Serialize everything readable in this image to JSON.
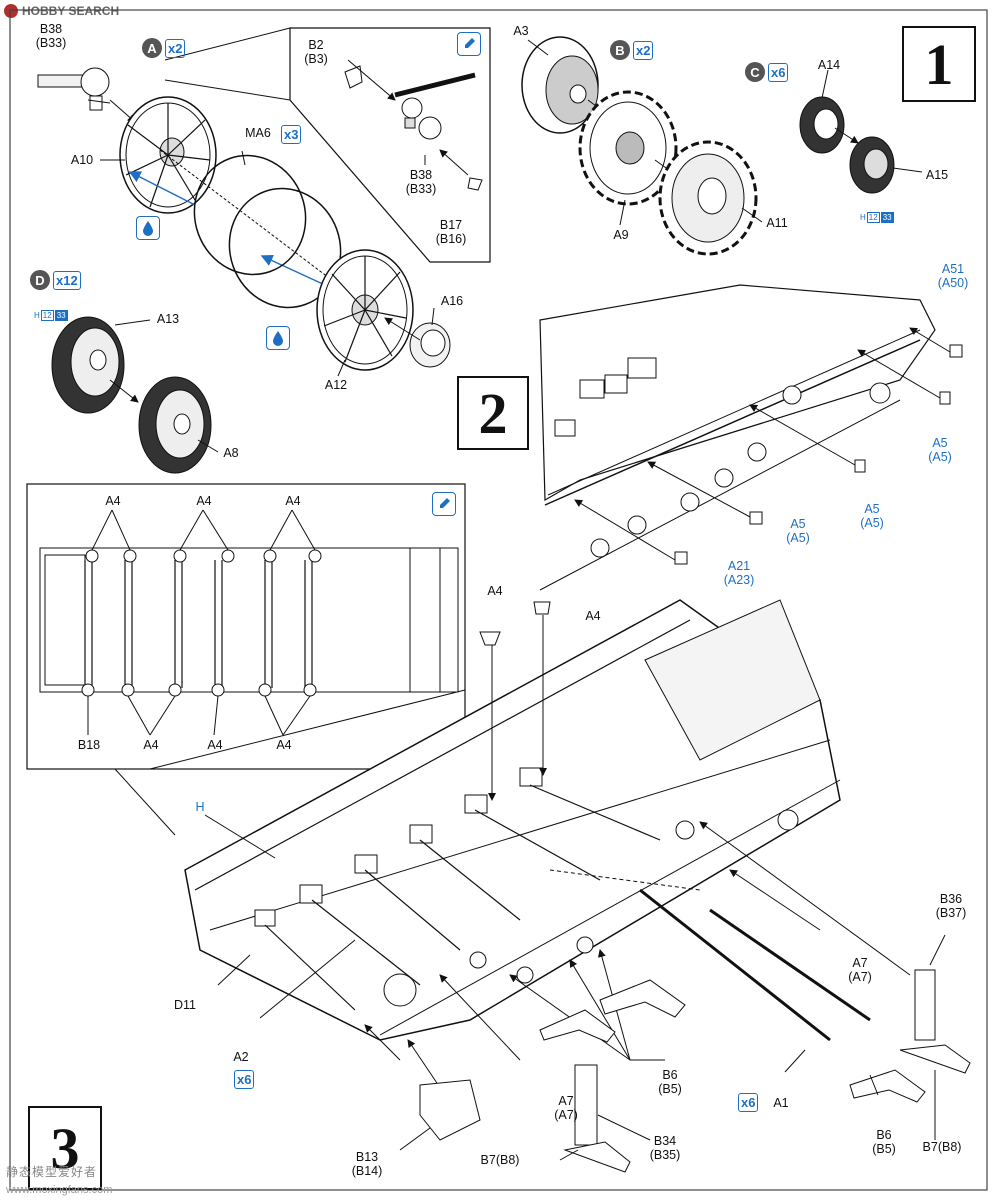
{
  "header": {
    "site": "HOBBY SEARCH"
  },
  "steps": {
    "s1": "1",
    "s2": "2",
    "s3": "3"
  },
  "badges": {
    "A": {
      "letter": "A",
      "qty": "x2"
    },
    "B": {
      "letter": "B",
      "qty": "x2"
    },
    "C": {
      "letter": "C",
      "qty": "x6"
    },
    "D": {
      "letter": "D",
      "qty": "x12"
    }
  },
  "qty": {
    "ma6": "x3",
    "a2": "x6",
    "a1": "x6"
  },
  "paint": {
    "h": "H",
    "n1": "12",
    "n2": "33"
  },
  "labels": {
    "b38_b33_top": "B38\n(B33)",
    "a10": "A10",
    "ma6": "MA6",
    "b2_b3": "B2\n(B3)",
    "b38_b33_inset": "B38\n(B33)",
    "b17_b16": "B17\n(B16)",
    "a12": "A12",
    "a16": "A16",
    "a13": "A13",
    "a8": "A8",
    "a3": "A3",
    "a9": "A9",
    "a11": "A11",
    "a14": "A14",
    "a15": "A15",
    "a51_a50": "A51\n(A50)",
    "a5_a5_1": "A5\n(A5)",
    "a5_a5_2": "A5\n(A5)",
    "a5_a5_3": "A5\n(A5)",
    "a21_a23": "A21\n(A23)",
    "a4_t1": "A4",
    "a4_t2": "A4",
    "a4_t3": "A4",
    "a4_b1": "A4",
    "a4_b2": "A4",
    "a4_b3": "A4",
    "b18": "B18",
    "a4_m1": "A4",
    "a4_m2": "A4",
    "h": "H",
    "b36_b37": "B36\n(B37)",
    "a7_a7_r": "A7\n(A7)",
    "d11": "D11",
    "a2": "A2",
    "b6_b5_1": "B6\n(B5)",
    "a7_a7_b": "A7\n(A7)",
    "a1": "A1",
    "b6_b5_2": "B6\n(B5)",
    "b34_b35": "B34\n(B35)",
    "b7_b8_r": "B7(B8)",
    "b13_b14": "B13\n(B14)",
    "b7_b8_b": "B7(B8)"
  },
  "watermark": {
    "cn": "静态模型爱好者",
    "url": "www.moxingfans.com"
  },
  "colors": {
    "accent_blue": "#1d6fc4",
    "badge_gray": "#555555",
    "line": "#111111"
  }
}
